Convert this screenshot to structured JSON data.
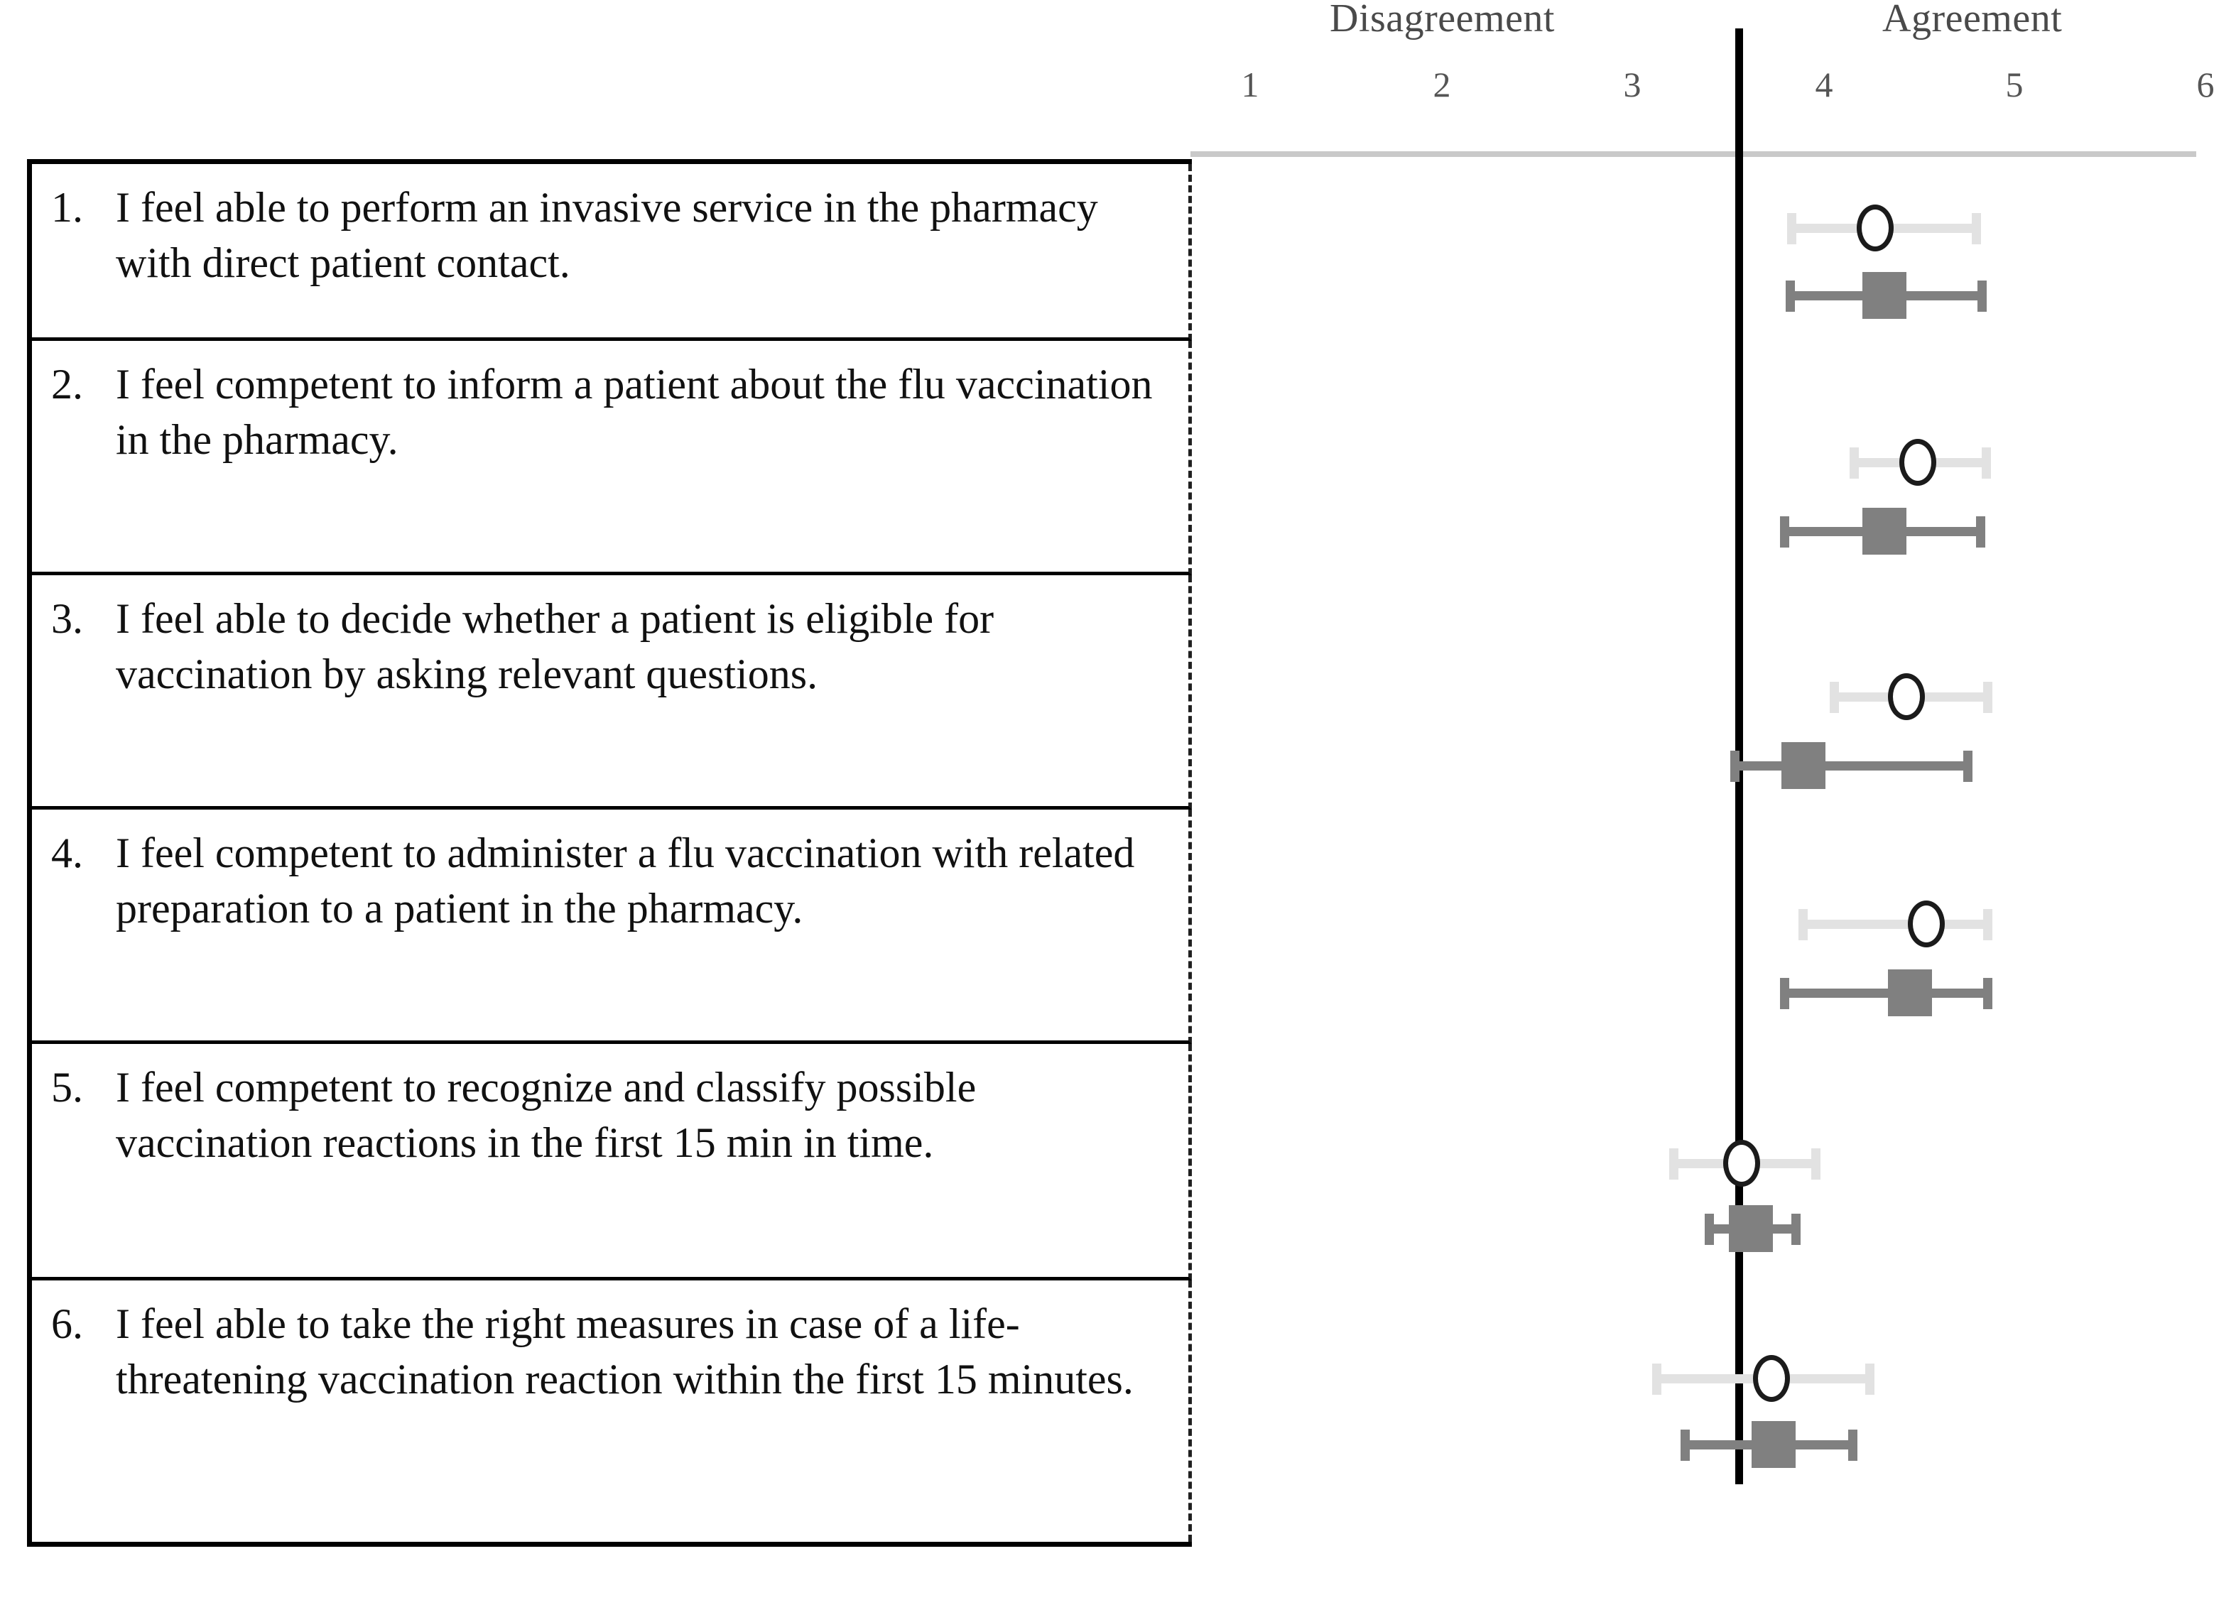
{
  "header": {
    "left_label": "Disagreement",
    "right_label": "Agreement",
    "ticks": [
      "1",
      "2",
      "3",
      "4",
      "5",
      "6"
    ]
  },
  "colors": {
    "light_series": "#e2e2e2",
    "dark_series": "#808080",
    "axis_line": "#000000",
    "baseline": "#c9c9c9",
    "marker_outline": "#1b1b1b"
  },
  "items": [
    {
      "number": "1.",
      "text": "I feel able to perform an invasive service in the pharmacy with direct patient contact."
    },
    {
      "number": "2.",
      "text": "I feel competent to inform a patient about the flu vaccination in the pharmacy."
    },
    {
      "number": "3.",
      "text": "I feel able to decide whether a patient is eligible for vaccination by asking relevant questions."
    },
    {
      "number": "4.",
      "text": "I feel competent to administer a flu vaccination with related preparation to a patient in the pharmacy."
    },
    {
      "number": "5.",
      "text": "I feel competent to recognize and classify possible vaccination reactions in the first 15 min in time."
    },
    {
      "number": "6.",
      "text": "I feel able to take the right measures in case of a life-threatening vaccination reaction within the first 15 minutes."
    }
  ],
  "chart_data": {
    "type": "scatter",
    "title": "",
    "xlabel": "",
    "ylabel": "",
    "xlim": [
      1,
      6
    ],
    "xticks": [
      1,
      2,
      3,
      4,
      5,
      6
    ],
    "grid": false,
    "reference_line": 4,
    "region_labels": {
      "low": "Disagreement",
      "high": "Agreement"
    },
    "categories": [
      "1. I feel able to perform an invasive service in the pharmacy with direct patient contact.",
      "2. I feel competent to inform a patient about the flu vaccination in the pharmacy.",
      "3. I feel able to decide whether a patient is eligible for vaccination by asking relevant questions.",
      "4. I feel competent to administer a flu vaccination with related preparation to a patient in the pharmacy.",
      "5. I feel competent to recognize and classify possible vaccination reactions in the first 15 min in time.",
      "6. I feel able to take the right measures in case of a life-threatening vaccination reaction within the first 15 minutes."
    ],
    "series": [
      {
        "name": "light-circle-series",
        "marker": "open-circle",
        "color": "#e2e2e2",
        "values": [
          4.28,
          4.5,
          4.46,
          4.55,
          3.58,
          3.78
        ],
        "ci_low": [
          3.82,
          4.17,
          4.05,
          4.0,
          3.22,
          3.12
        ],
        "ci_high": [
          4.78,
          4.84,
          4.83,
          4.95,
          3.96,
          4.4
        ]
      },
      {
        "name": "dark-square-series",
        "marker": "filled-square",
        "color": "#808080",
        "values": [
          4.34,
          4.34,
          3.9,
          4.46,
          3.62,
          3.79
        ],
        "ci_low": [
          3.83,
          3.83,
          3.58,
          3.91,
          3.39,
          3.28
        ],
        "ci_high": [
          4.85,
          4.82,
          4.83,
          5.02,
          3.87,
          4.16
        ]
      }
    ]
  }
}
